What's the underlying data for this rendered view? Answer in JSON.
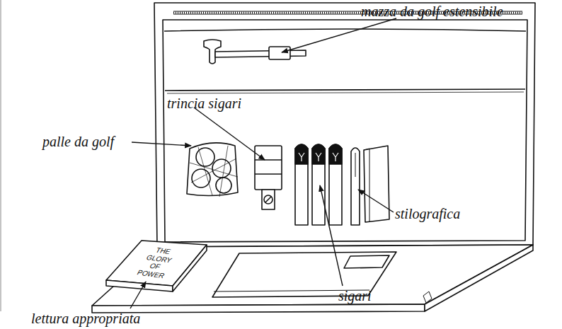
{
  "diagram": {
    "labels": [
      "mazza da golf estensibile",
      "trincia sigari",
      "palle da golf",
      "stilografica",
      "sigari",
      "THE GLORY OF POWER",
      "lettura appropriata"
    ]
  }
}
